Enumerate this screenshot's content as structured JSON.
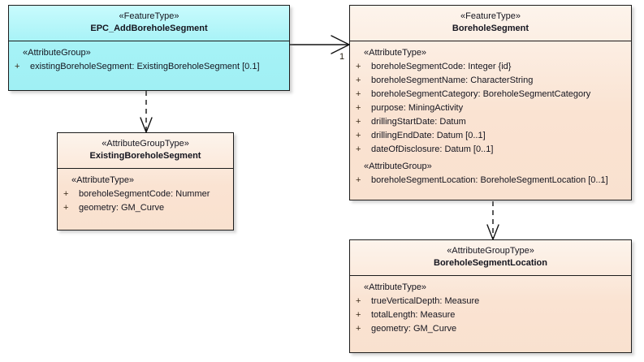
{
  "diagram": {
    "type": "uml-class-diagram",
    "background": "#ffffff",
    "colors": {
      "feature_type_highlight": "#aaf4f7",
      "default_fill": "#fae4d4",
      "border": "#1c1c1c",
      "text": "#15151f"
    }
  },
  "classes": {
    "epc_add_borehole_segment": {
      "stereotype": "«FeatureType»",
      "name": "EPC_AddBoreholeSegment",
      "compartments": [
        {
          "group_label": "«AttributeGroup»",
          "attributes": [
            {
              "visibility": "+",
              "text": "existingBoreholeSegment: ExistingBoreholeSegment [0.1]"
            }
          ]
        }
      ]
    },
    "borehole_segment": {
      "stereotype": "«FeatureType»",
      "name": "BoreholeSegment",
      "compartments": [
        {
          "group_label": "«AttributeType»",
          "attributes": [
            {
              "visibility": "+",
              "text": "boreholeSegmentCode: Integer {id}"
            },
            {
              "visibility": "+",
              "text": "boreholeSegmentName: CharacterString"
            },
            {
              "visibility": "+",
              "text": "boreholeSegmentCategory: BoreholeSegmentCategory"
            },
            {
              "visibility": "+",
              "text": "purpose: MiningActivity"
            },
            {
              "visibility": "+",
              "text": "drillingStartDate: Datum"
            },
            {
              "visibility": "+",
              "text": "drillingEndDate: Datum [0..1]"
            },
            {
              "visibility": "+",
              "text": "dateOfDisclosure: Datum [0..1]"
            }
          ]
        },
        {
          "group_label": "«AttributeGroup»",
          "attributes": [
            {
              "visibility": "+",
              "text": "boreholeSegmentLocation: BoreholeSegmentLocation [0..1]"
            }
          ]
        }
      ]
    },
    "existing_borehole_segment": {
      "stereotype": "«AttributeGroupType»",
      "name": "ExistingBoreholeSegment",
      "compartments": [
        {
          "group_label": "«AttributeType»",
          "attributes": [
            {
              "visibility": "+",
              "text": "boreholeSegmentCode: Nummer"
            },
            {
              "visibility": "+",
              "text": "geometry: GM_Curve"
            }
          ]
        }
      ]
    },
    "borehole_segment_location": {
      "stereotype": "«AttributeGroupType»",
      "name": "BoreholeSegmentLocation",
      "compartments": [
        {
          "group_label": "«AttributeType»",
          "attributes": [
            {
              "visibility": "+",
              "text": "trueVerticalDepth: Measure"
            },
            {
              "visibility": "+",
              "text": "totalLength: Measure"
            },
            {
              "visibility": "+",
              "text": "geometry: GM_Curve"
            }
          ]
        }
      ]
    }
  },
  "connectors": {
    "association_epc_to_borehole_segment": {
      "kind": "association",
      "line_style": "solid",
      "arrowhead": "open",
      "target_multiplicity": "1"
    },
    "dependency_epc_to_existing": {
      "kind": "dependency",
      "line_style": "dashed",
      "arrowhead": "open"
    },
    "dependency_segment_to_location": {
      "kind": "dependency",
      "line_style": "dashed",
      "arrowhead": "open"
    }
  }
}
